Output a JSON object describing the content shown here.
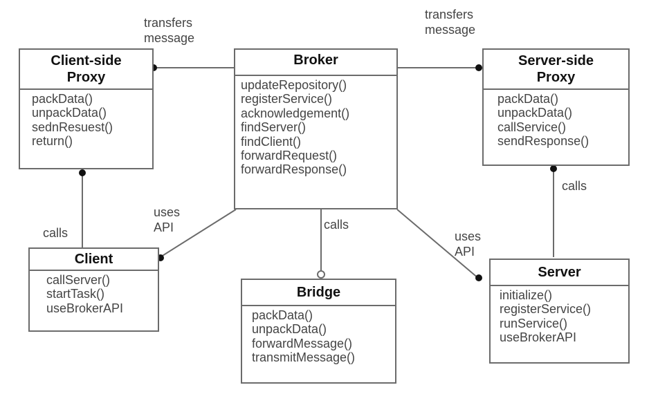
{
  "classes": {
    "client_side_proxy": {
      "name": "Client-side\nProxy",
      "operations": [
        "packData()",
        "unpackData()",
        "sednResuest()",
        "return()"
      ]
    },
    "broker": {
      "name": "Broker",
      "operations": [
        "updateRepository()",
        "registerService()",
        "acknowledgement()",
        "findServer()",
        "findClient()",
        "forwardRequest()",
        "forwardResponse()"
      ]
    },
    "server_side_proxy": {
      "name": "Server-side\nProxy",
      "operations": [
        "packData()",
        "unpackData()",
        "callService()",
        "sendResponse()"
      ]
    },
    "client": {
      "name": "Client",
      "operations": [
        "callServer()",
        "startTask()",
        "useBrokerAPI"
      ]
    },
    "bridge": {
      "name": "Bridge",
      "operations": [
        "packData()",
        "unpackData()",
        "forwardMessage()",
        "transmitMessage()"
      ]
    },
    "server": {
      "name": "Server",
      "operations": [
        "initialize()",
        "registerService()",
        "runService()",
        "useBrokerAPI"
      ]
    }
  },
  "associations": {
    "transfers_left": "transfers\nmessage",
    "transfers_right": "transfers\nmessage",
    "calls_client": "calls",
    "calls_bridge": "calls",
    "calls_server": "calls",
    "uses_api_client": "uses\nAPI",
    "uses_api_server": "uses\nAPI"
  },
  "colors": {
    "line": "#6b6b6b",
    "endpoint": "#111111"
  }
}
